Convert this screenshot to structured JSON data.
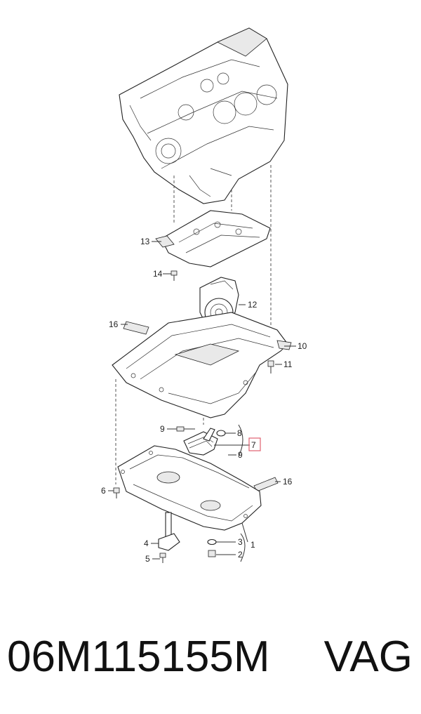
{
  "callouts": {
    "c1": "1",
    "c2": "2",
    "c3": "3",
    "c4": "4",
    "c5": "5",
    "c6": "6",
    "c7": "7",
    "c8": "8",
    "c9a": "9",
    "c9b": "9",
    "c10": "10",
    "c11": "11",
    "c12": "12",
    "c13": "13",
    "c14": "14",
    "c16a": "16",
    "c16b": "16"
  },
  "highlight_color": "#e06070",
  "caption": {
    "part_number": "06M115155M",
    "brand": "VAG"
  }
}
